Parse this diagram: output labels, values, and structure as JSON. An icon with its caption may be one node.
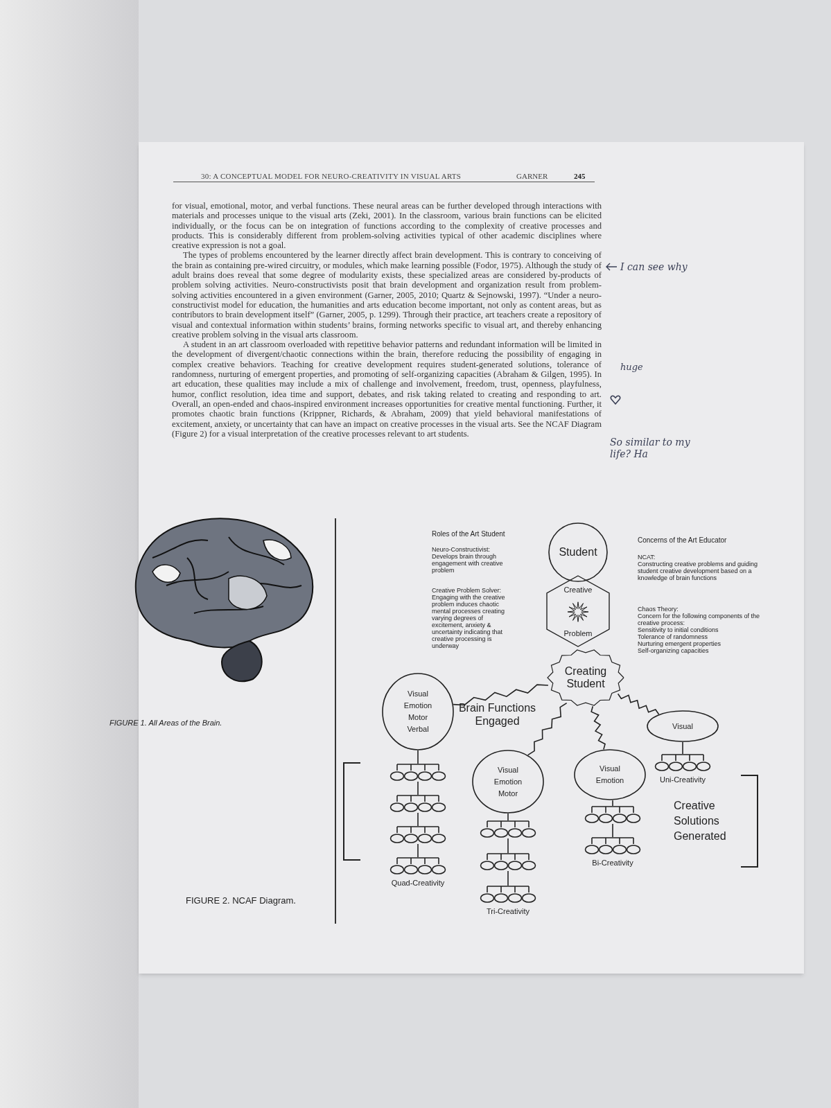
{
  "diagram": {
    "nodes": [
      {
        "text": [
          "Student"
        ]
      },
      {
        "text": [
          "Creative",
          "Problem"
        ]
      },
      {
        "text": [
          "Creating Student"
        ]
      },
      {
        "text": [
          "Visual",
          "Emotion",
          "Motor",
          "Verbal"
        ]
      },
      {
        "text": [
          "Visual",
          "Emotion",
          "Motor"
        ]
      },
      {
        "text": [
          "Visual",
          "Emotion"
        ]
      },
      {
        "text": [
          "Visual"
        ]
      },
      {
        "text": [],
        "shape": "circle"
      },
      {
        "text": [],
        "shape": "circle"
      },
      {
        "text": [],
        "shape": "circle"
      },
      {
        "text": [],
        "shape": "circle",
        "beside": [
          "Quad-Creativity"
        ]
      },
      {
        "text": [],
        "shape": "circle"
      },
      {
        "text": [],
        "shape": "circle"
      },
      {
        "text": [],
        "shape": "circle",
        "beside": [
          "Tri-Creativity"
        ]
      },
      {
        "text": [],
        "shape": "circle"
      },
      {
        "text": [],
        "shape": "circle",
        "beside": [
          "Bi-Creativity"
        ]
      },
      {
        "text": [],
        "shape": "circle",
        "beside": [
          "Uni-Creativity"
        ]
      }
    ],
    "edges": [
      {
        "from": 2,
        "to": 3,
        "arrow": "none"
      },
      {
        "from": 2,
        "to": 4,
        "arrow": "none"
      },
      {
        "from": 2,
        "to": 5,
        "arrow": "none"
      },
      {
        "from": 2,
        "to": 6,
        "arrow": "none"
      },
      {
        "from": 3,
        "to": 7,
        "arrow": "none"
      },
      {
        "from": 7,
        "to": 8,
        "arrow": "none"
      },
      {
        "from": 8,
        "to": 9,
        "arrow": "none"
      },
      {
        "from": 9,
        "to": 10,
        "arrow": "none"
      },
      {
        "from": 4,
        "to": 11,
        "arrow": "none"
      },
      {
        "from": 11,
        "to": 12,
        "arrow": "none"
      },
      {
        "from": 12,
        "to": 13,
        "arrow": "none"
      },
      {
        "from": 5,
        "to": 14,
        "arrow": "none"
      },
      {
        "from": 14,
        "to": 15,
        "arrow": "none"
      },
      {
        "from": 6,
        "to": 16,
        "arrow": "none"
      }
    ],
    "labels": [
      "30: A CONCEPTUAL MODEL FOR NEURO-CREATIVITY IN VISUAL ARTS",
      "GARNER",
      "245",
      "for visual, emotional, motor, and verbal functions. These neural areas can be further developed through interactions with materials and processes unique to the visual arts (Zeki, 2001). In the classroom, various brain functions can be elicited individually, or the focus can be on integration of functions according to the complexity of creative processes and products. This is considerably different from problem-solving activities typical of other academic disciplines where creative expression is not a goal.",
      "The types of problems encountered by the learner directly affect brain development. This is contrary to conceiving of the brain as containing pre-wired circuitry, or modules, which make learning possible (Fodor, 1975). Although the study of adult brains does reveal that some degree of modularity exists, these specialized areas are considered by-products of problem solving activities. Neuro-constructivists posit that brain development and organization result from problem-solving activities encountered in a given environment (Garner, 2005, 2010; Quartz & Sejnowski, 1997). “Under a neuro-constructivist model for education, the humanities and arts education become important, not only as content areas, but as contributors to brain development itself” (Garner, 2005, p. 1299). Through their practice, art teachers create a repository of visual and contextual information within students’ brains, forming networks specific to visual art, and thereby enhancing creative problem solving in the visual arts classroom.",
      "A student in an art classroom overloaded with repetitive behavior patterns and redundant information will be limited in the development of divergent/chaotic connections within the brain, therefore reducing the possibility of engaging in complex creative behaviors. Teaching for creative development requires student-generated solutions, tolerance of randomness, nurturing of emergent properties, and promoting of self-organizing capacities (Abraham & Gilgen, 1995). In art education, these qualities may include a mix of challenge and involvement, freedom, trust, openness, playfulness, humor, conflict resolution, idea time and support, debates, and risk taking related to creating and responding to art. Overall, an open-ended and chaos-inspired environment increases opportunities for creative mental functioning. Further, it promotes chaotic brain functions (Krippner, Richards, & Abraham, 2009) that yield behavioral manifestations of excitement, anxiety, or uncertainty that can have an impact on creative processes in the visual arts. See the NCAF Diagram (Figure 2) for a visual interpretation of the creative processes relevant to art students.",
      "I can see why",
      "huge",
      "So similar to my life? Ha",
      "FIGURE 1. All Areas of the Brain.",
      "Roles of the Art Student",
      "Neuro-Constructivist:",
      "Develops brain through engagement with creative problem",
      "Creative Problem Solver:",
      "Engaging with the creative problem induces chaotic mental processes creating varying degrees of excitement, anxiety & uncertainty indicating that creative processing is underway",
      "Concerns of the Art Educator",
      "NCAT:",
      "Constructing creative problems and guiding student creative development based on a knowledge of brain functions",
      "Chaos Theory:",
      "Concern for the following components of the creative process:",
      "Sensitivity to initial conditions",
      "Tolerance of randomness",
      "Nurturing emergent properties",
      "Self-organizing capacities",
      "Brain Functions Engaged",
      "Creative Solutions Generated",
      "FIGURE 2. NCAF Diagram."
    ]
  }
}
